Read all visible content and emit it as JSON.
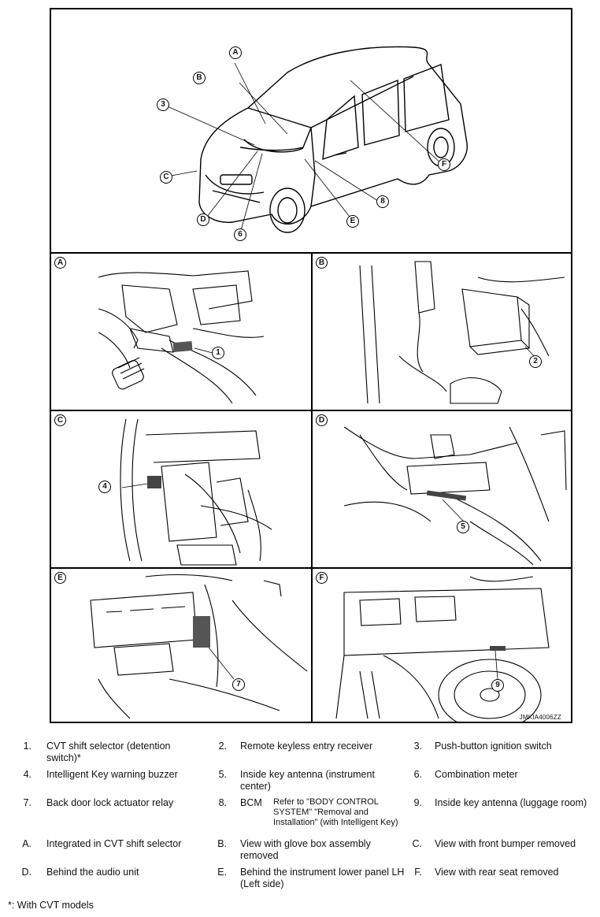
{
  "overview_callouts": [
    "A",
    "B",
    "3",
    "C",
    "D",
    "6",
    "8",
    "E",
    "F"
  ],
  "panels": [
    {
      "tag": "A",
      "callout": "1"
    },
    {
      "tag": "B",
      "callout": "2"
    },
    {
      "tag": "C",
      "callout": "4"
    },
    {
      "tag": "D",
      "callout": "5"
    },
    {
      "tag": "E",
      "callout": "7"
    },
    {
      "tag": "F",
      "callout": "9"
    }
  ],
  "figure_id": "JMKIA4006ZZ",
  "legend": [
    [
      {
        "n": "1.",
        "t": "CVT shift selector (detention switch)*"
      },
      {
        "n": "2.",
        "t": "Remote keyless entry receiver"
      },
      {
        "n": "3.",
        "t": "Push-button ignition switch"
      }
    ],
    [
      {
        "n": "4.",
        "t": "Intelligent Key warning buzzer"
      },
      {
        "n": "5.",
        "t": "Inside key antenna (instrument center)"
      },
      {
        "n": "6.",
        "t": "Combination meter"
      }
    ],
    [
      {
        "n": "7.",
        "t": "Back door lock actuator relay"
      },
      {
        "n": "8.",
        "t": "BCM",
        "ref": "Refer to \"BODY CONTROL SYSTEM\" \"Removal and Installation\" (with Intelligent Key)"
      },
      {
        "n": "9.",
        "t": "Inside key antenna (luggage room)"
      }
    ],
    [
      {
        "n": "A.",
        "t": "Integrated in CVT shift selector"
      },
      {
        "n": "B.",
        "t": "View with glove box assembly removed"
      },
      {
        "n": "C.",
        "t": "View with front bumper removed"
      }
    ],
    [
      {
        "n": "D.",
        "t": "Behind the audio unit"
      },
      {
        "n": "E.",
        "t": "Behind the instrument lower panel LH (Left side)"
      },
      {
        "n": "F.",
        "t": "View with rear seat removed"
      }
    ]
  ],
  "footnote": "*: With CVT models"
}
